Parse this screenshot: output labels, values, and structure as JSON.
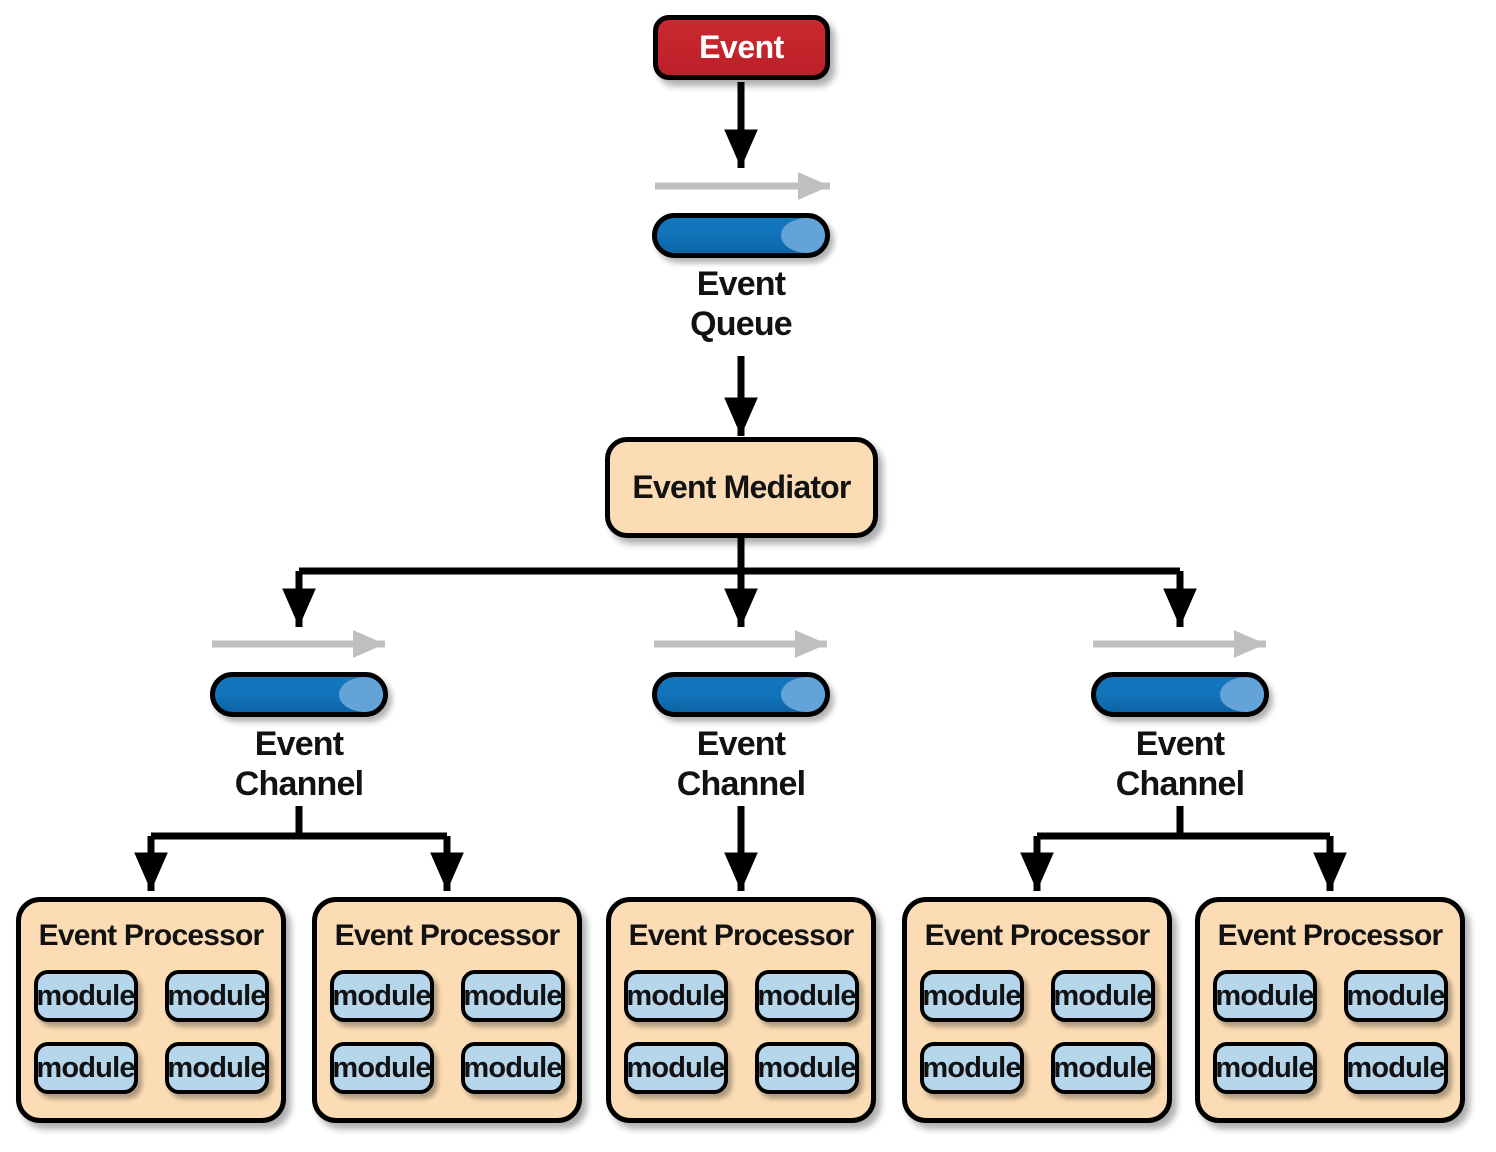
{
  "colors": {
    "event-red": "#bd2029",
    "event-red-light": "#c92931",
    "box-peach": "#fbdcb4",
    "module-blue": "#b6d6ec",
    "cylinder-blue": "#1172b8",
    "cylinder-blue-light": "#1478be",
    "cylinder-blue-dark": "#0d64a6",
    "cylinder-highlight": "#64a3d8",
    "arrow-gray": "#bfbfbf",
    "line-black": "#000000"
  },
  "event": {
    "label": "Event"
  },
  "queue": {
    "line1": "Event",
    "line2": "Queue"
  },
  "mediator": {
    "label": "Event Mediator"
  },
  "channels": [
    {
      "line1": "Event",
      "line2": "Channel"
    },
    {
      "line1": "Event",
      "line2": "Channel"
    },
    {
      "line1": "Event",
      "line2": "Channel"
    }
  ],
  "processors": [
    {
      "title": "Event Processor",
      "modules": [
        "module",
        "module",
        "module",
        "module"
      ]
    },
    {
      "title": "Event Processor",
      "modules": [
        "module",
        "module",
        "module",
        "module"
      ]
    },
    {
      "title": "Event Processor",
      "modules": [
        "module",
        "module",
        "module",
        "module"
      ]
    },
    {
      "title": "Event Processor",
      "modules": [
        "module",
        "module",
        "module",
        "module"
      ]
    },
    {
      "title": "Event Processor",
      "modules": [
        "module",
        "module",
        "module",
        "module"
      ]
    }
  ]
}
